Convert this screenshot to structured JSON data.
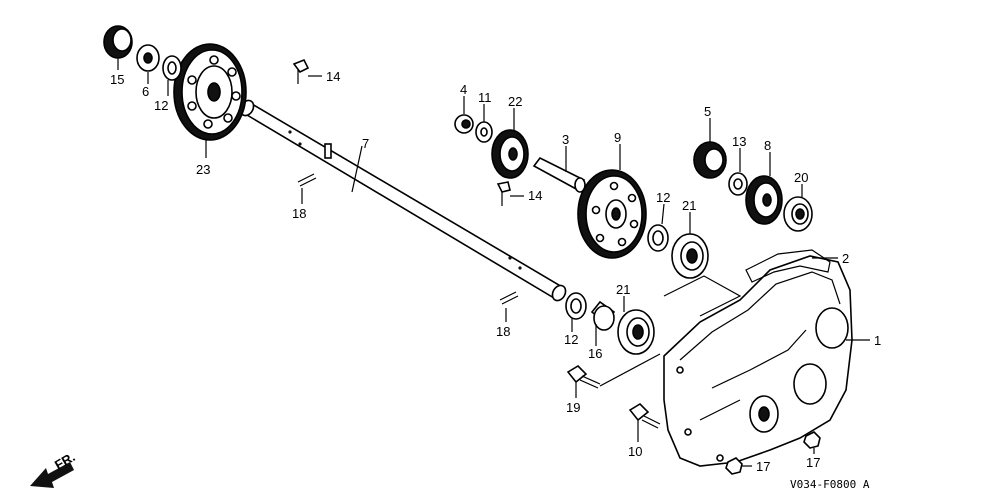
{
  "callouts": {
    "c15": "15",
    "c6": "6",
    "c12a": "12",
    "c23": "23",
    "c14a": "14",
    "c7": "7",
    "c18a": "18",
    "c4": "4",
    "c11": "11",
    "c22": "22",
    "c3": "3",
    "c14b": "14",
    "c9": "9",
    "c12b": "12",
    "c21a": "21",
    "c5": "5",
    "c13": "13",
    "c8": "8",
    "c20": "20",
    "c2": "2",
    "c1": "1",
    "c18b": "18",
    "c12c": "12",
    "c16": "16",
    "c21b": "21",
    "c19": "19",
    "c10": "10",
    "c17a": "17",
    "c17b": "17"
  },
  "direction_label": "FR.",
  "diagram_code": "V034-F0800 A",
  "icons": {
    "direction_arrow": "arrow-front-icon"
  }
}
